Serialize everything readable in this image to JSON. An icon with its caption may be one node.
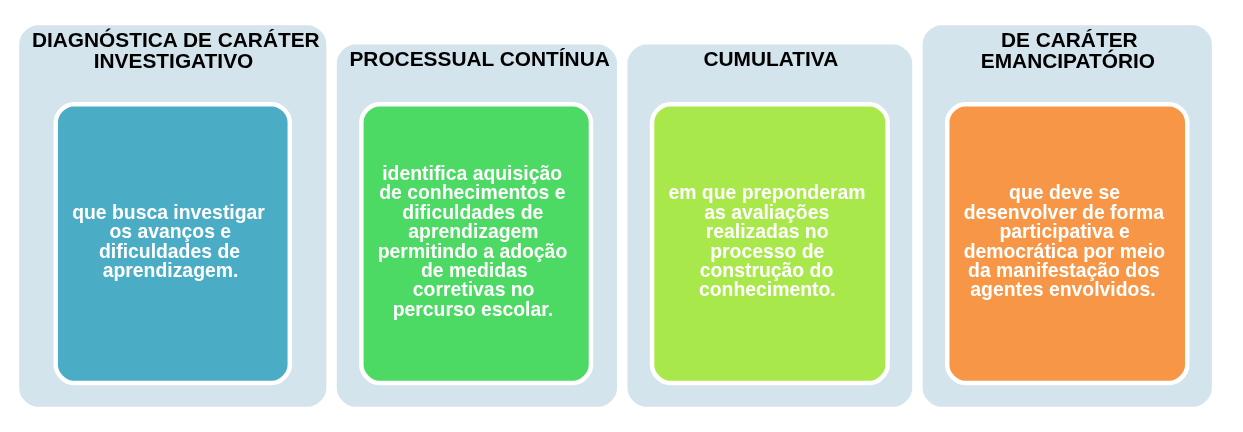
{
  "diagram": {
    "nodes": [
      {
        "text": [
          "DIAGNÓSTICA DE CARÁTER INVESTIGATIVO"
        ]
      },
      {
        "text": [
          "que busca investigar os avanços e dificuldades de aprendizagem."
        ],
        "in": 0
      },
      {
        "text": [
          "PROCESSUAL CONTÍNUA"
        ]
      },
      {
        "text": [
          "identifica aquisição de conhecimentos e dificuldades de aprendizagem permitindo a adoção de medidas corretivas no percurso escolar."
        ],
        "in": 2
      },
      {
        "text": [
          "CUMULATIVA"
        ]
      },
      {
        "text": [
          "em que preponderam as avaliações realizadas no processo de construção do conhecimento."
        ],
        "in": 4
      },
      {
        "text": [
          "DE CARÁTER EMANCIPATÓRIO"
        ]
      },
      {
        "text": [
          "que deve se desenvolver de forma participativa e democrática por meio da manifestação dos agentes envolvidos."
        ],
        "in": 6
      }
    ]
  }
}
